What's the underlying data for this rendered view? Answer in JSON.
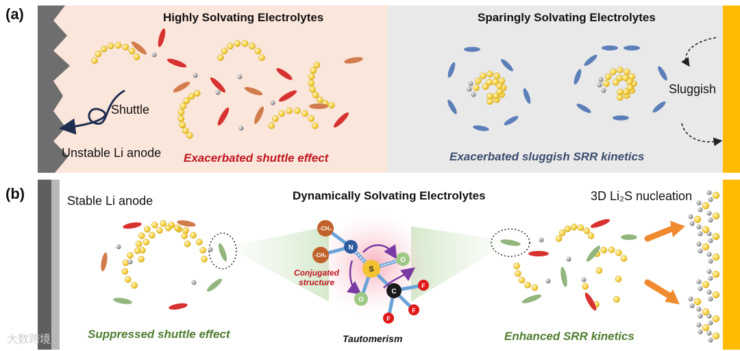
{
  "panel_a": {
    "label": "(a)",
    "left_title": "Highly Solvating Electrolytes",
    "right_title": "Sparingly Solvating Electrolytes",
    "shuttle": "Shuttle",
    "anode": "Unstable Li anode",
    "left_caption": "Exacerbated shuttle effect",
    "sluggish": "Sluggish",
    "right_caption": "Exacerbated sluggish SRR kinetics"
  },
  "panel_b": {
    "label": "(b)",
    "anode": "Stable Li anode",
    "title": "Dynamically Solvating Electrolytes",
    "nucleation": "3D Li₂S nucleation",
    "conjugated": "Conjugated structure",
    "left_caption": "Suppressed shuttle effect",
    "center_caption": "Tautomerism",
    "right_caption": "Enhanced SRR kinetics"
  },
  "molecule": {
    "ch3_top": "-CH₃",
    "ch3_bottom": "-CH₃",
    "n": "N",
    "s": "S",
    "o_right": "O",
    "o_bottom": "O",
    "c": "C",
    "f_right": "F",
    "f_lower": "F",
    "f_bottom": "F"
  },
  "watermark": "大数跨境",
  "colors": {
    "highly_bg": "#fbe6dc",
    "sparingly_bg": "#e9e9ea",
    "cathode": "#ffbb00",
    "sulfur": "#f8d448",
    "red_solvent": "#d6322f",
    "orange_solvent": "#d27c4e",
    "blue_solvent": "#5b7fb8",
    "green_solvent": "#93b67f"
  }
}
